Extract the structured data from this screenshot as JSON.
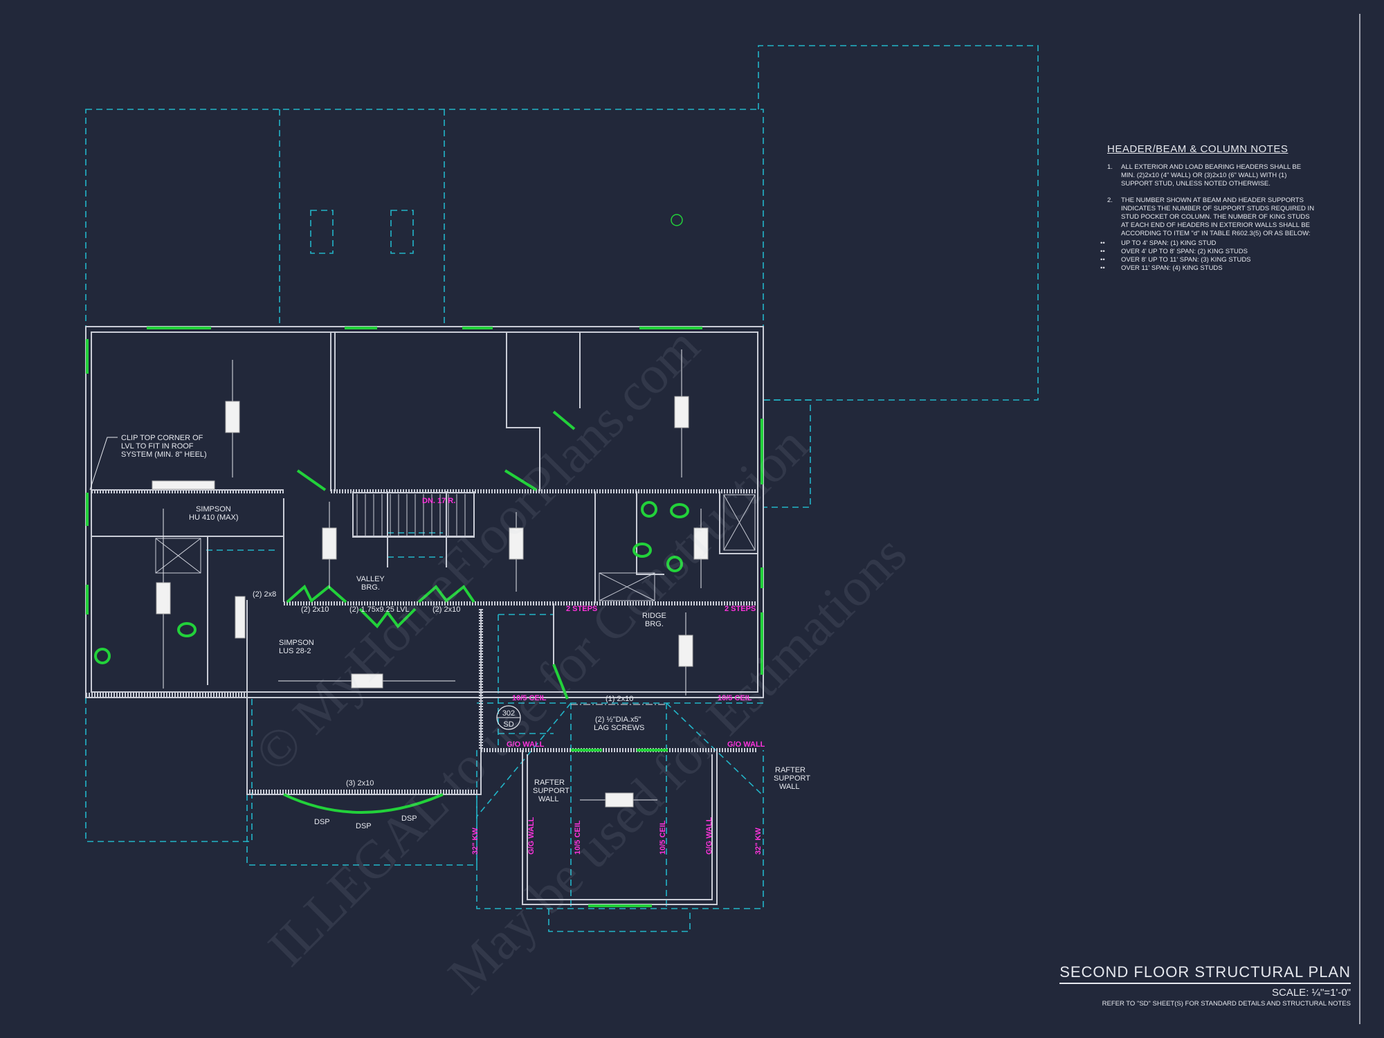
{
  "sheet": {
    "title": "SECOND FLOOR STRUCTURAL PLAN",
    "scale": "SCALE: ¼\"=1'-0\"",
    "reference": "REFER TO \"SD\" SHEET(S) FOR STANDARD DETAILS AND STRUCTURAL NOTES"
  },
  "notes": {
    "heading": "HEADER/BEAM & COLUMN NOTES",
    "items": [
      {
        "num": "1.",
        "text": "ALL EXTERIOR AND LOAD BEARING HEADERS SHALL BE MIN. (2)2x10 (4\" WALL) OR (3)2x10 (6\" WALL) WITH (1) SUPPORT STUD, UNLESS NOTED OTHERWISE."
      },
      {
        "num": "2.",
        "text": "THE NUMBER SHOWN AT BEAM AND HEADER SUPPORTS INDICATES THE NUMBER OF SUPPORT STUDS REQUIRED IN STUD POCKET OR COLUMN. THE NUMBER OF KING STUDS AT EACH END OF HEADERS IN EXTERIOR WALLS SHALL BE ACCORDING TO ITEM \"d\" IN TABLE R602.3(5) OR AS BELOW:"
      }
    ],
    "bullets": [
      "UP TO 4' SPAN: (1) KING STUD",
      "OVER 4' UP TO 8' SPAN: (2) KING STUDS",
      "OVER 8' UP TO 11' SPAN: (3) KING STUDS",
      "OVER 11' SPAN: (4) KING STUDS"
    ],
    "bullet_glyph": "••"
  },
  "labels": {
    "clip": [
      "CLIP TOP CORNER OF",
      "LVL TO FIT IN ROOF",
      "SYSTEM (MIN. 8\" HEEL)"
    ],
    "simpson_hu": [
      "SIMPSON",
      "HU 410 (MAX)"
    ],
    "two_2x8": "(2) 2x8",
    "simpson_lus": [
      "SIMPSON",
      "LUS 28-2"
    ],
    "valley": [
      "VALLEY",
      "BRG."
    ],
    "beam_a": "(2) 2x10",
    "beam_lvl": "(2) 1.75x9.25 LVL",
    "beam_b": "(2) 2x10",
    "stairs": "DN. 17 R.",
    "steps_left": "2 STEPS",
    "steps_right": "2 STEPS",
    "ridge": [
      "RIDGE",
      "BRG."
    ],
    "ceil_left": "10/5 CEIL",
    "ceil_right": "10/5 CEIL",
    "beam_1_2x10": "(1) 2x10",
    "lag": [
      "(2) ½\"DIA.x5\"",
      "LAG SCREWS"
    ],
    "detail_top": "302",
    "detail_bottom": "SD",
    "go_wall_left": "G/O WALL",
    "go_wall_right": "G/O WALL",
    "rafter_left": [
      "RAFTER",
      "SUPPORT",
      "WALL"
    ],
    "rafter_right": [
      "RAFTER",
      "SUPPORT",
      "WALL"
    ],
    "beam_3_2x10": "(3) 2x10",
    "dsp": [
      "DSP",
      "DSP",
      "DSP"
    ],
    "vertical": [
      "32\" KW",
      "G/G WALL",
      "10/5 CEIL",
      "10/5 CEIL",
      "G/G WALL",
      "32\" KW"
    ]
  },
  "watermark": [
    "© MyHomeFloorPlans.com",
    "ILLEGAL to use for Construction",
    "May be used for Estimations"
  ],
  "colors": {
    "background": "#22283a",
    "walls": "#c9ccd6",
    "roof_dashed": "#22b5c8",
    "windows_doors": "#22d13a",
    "annotation_magenta": "#ff33dd"
  }
}
